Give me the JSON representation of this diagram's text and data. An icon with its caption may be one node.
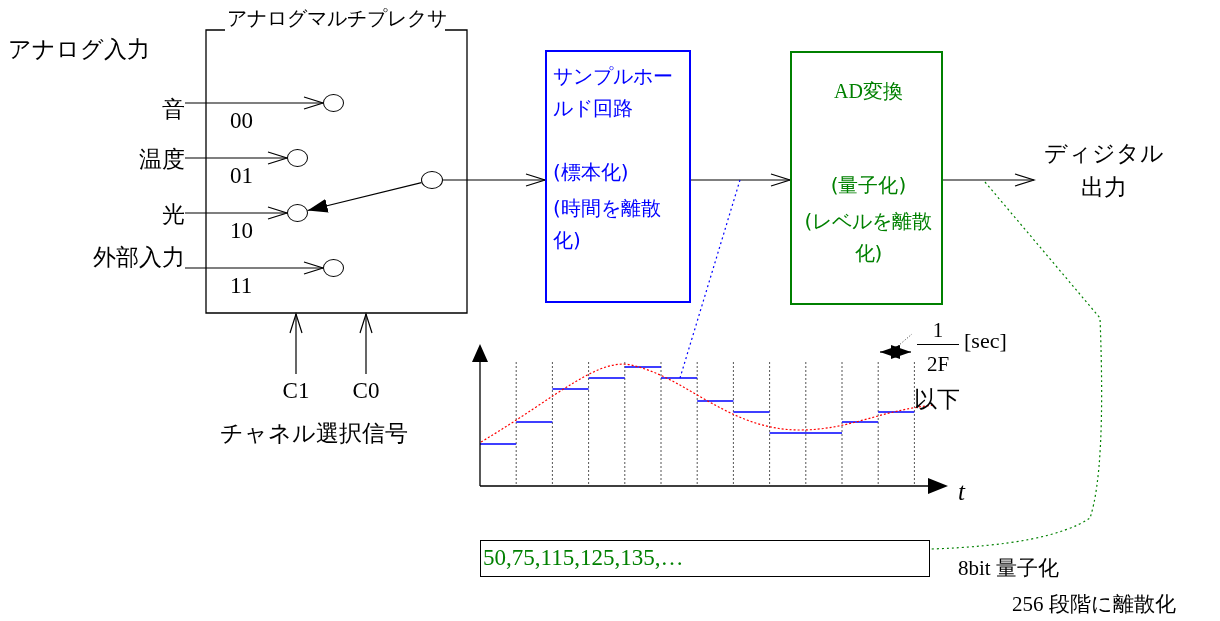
{
  "diagram": {
    "nodes": [
      {
        "text": [
          "アナログマルチプレクサ"
        ]
      },
      {
        "text": [
          "音"
        ]
      },
      {
        "text": [
          "温度"
        ]
      },
      {
        "text": [
          "光"
        ]
      },
      {
        "text": [
          "外部入力"
        ]
      },
      {
        "text": [],
        "shape": "circle",
        "in": 0
      },
      {
        "text": [],
        "shape": "circle",
        "in": 0
      },
      {
        "text": [],
        "shape": "circle",
        "in": 0
      },
      {
        "text": [],
        "shape": "circle",
        "in": 0
      },
      {
        "text": [],
        "shape": "circle",
        "in": 0
      },
      {
        "text": [
          "サンプルホールド回路",
          "(標本化)",
          "(時間を離散化)"
        ]
      },
      {
        "text": [
          "AD変換",
          "(量子化)",
          "(レベルを離散化)"
        ]
      },
      {
        "text": [
          "ディジタル出力"
        ]
      },
      {
        "text": [
          "C1"
        ]
      },
      {
        "text": [
          "C0"
        ]
      },
      {
        "text": [],
        "shape": "chart"
      },
      {
        "text": [
          "50,75,115,125,135,…"
        ]
      }
    ],
    "edges": [
      {
        "from": 1,
        "to": 5,
        "arrow": "to",
        "label": "00"
      },
      {
        "from": 2,
        "to": 6,
        "arrow": "to",
        "label": "01"
      },
      {
        "from": 3,
        "to": 7,
        "arrow": "to",
        "label": "10"
      },
      {
        "from": 4,
        "to": 8,
        "arrow": "to",
        "label": "11"
      },
      {
        "from": 9,
        "to": 7,
        "arrow": "to"
      },
      {
        "from": 9,
        "to": 10,
        "arrow": "to"
      },
      {
        "from": 10,
        "to": 11,
        "arrow": "to"
      },
      {
        "from": 11,
        "to": 12,
        "arrow": "to"
      },
      {
        "from": 13,
        "to": 0,
        "arrow": "to"
      },
      {
        "from": 14,
        "to": 0,
        "arrow": "to"
      },
      {
        "from": null,
        "to": 15,
        "arrow": "none",
        "style": "dashed",
        "color": "#0000ff"
      },
      {
        "from": null,
        "to": 16,
        "arrow": "none",
        "style": "dashed",
        "color": "#008000"
      }
    ],
    "labels": [
      "アナログ入力",
      "チャネル選択信号",
      "1",
      "2F",
      "[sec]",
      "以下",
      "t",
      "8bit 量子化",
      "256 段階に離散化"
    ]
  }
}
